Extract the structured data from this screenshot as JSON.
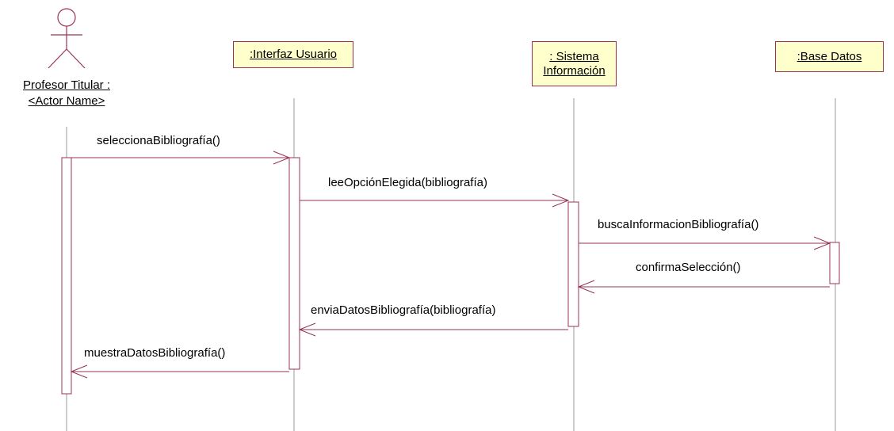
{
  "colors": {
    "object_fill": "#ffffcc",
    "object_border": "#993355",
    "message_line": "#993355",
    "lifeline": "#9a9a9a",
    "text": "#000000"
  },
  "actor": {
    "icon": "stick-figure-icon",
    "name_line1": "Profesor Titular :",
    "name_line2": "<Actor Name>"
  },
  "objects": [
    {
      "id": "interfaz",
      "label_line1": ":Interfaz Usuario",
      "label_line2": ""
    },
    {
      "id": "sistema",
      "label_line1": ": Sistema",
      "label_line2": "Información"
    },
    {
      "id": "basedatos",
      "label_line1": ":Base Datos",
      "label_line2": ""
    }
  ],
  "messages": [
    {
      "text": "seleccionaBibliografía()",
      "from": "actor",
      "to": "interfaz",
      "kind": "call"
    },
    {
      "text": "leeOpciónElegida(bibliografía)",
      "from": "interfaz",
      "to": "sistema",
      "kind": "call"
    },
    {
      "text": "buscaInformacionBibliografía()",
      "from": "sistema",
      "to": "basedatos",
      "kind": "call"
    },
    {
      "text": "confirmaSelección()",
      "from": "basedatos",
      "to": "sistema",
      "kind": "return"
    },
    {
      "text": "enviaDatosBibliografía(bibliografía)",
      "from": "sistema",
      "to": "interfaz",
      "kind": "return"
    },
    {
      "text": "muestraDatosBibliografía()",
      "from": "interfaz",
      "to": "actor",
      "kind": "return"
    }
  ]
}
